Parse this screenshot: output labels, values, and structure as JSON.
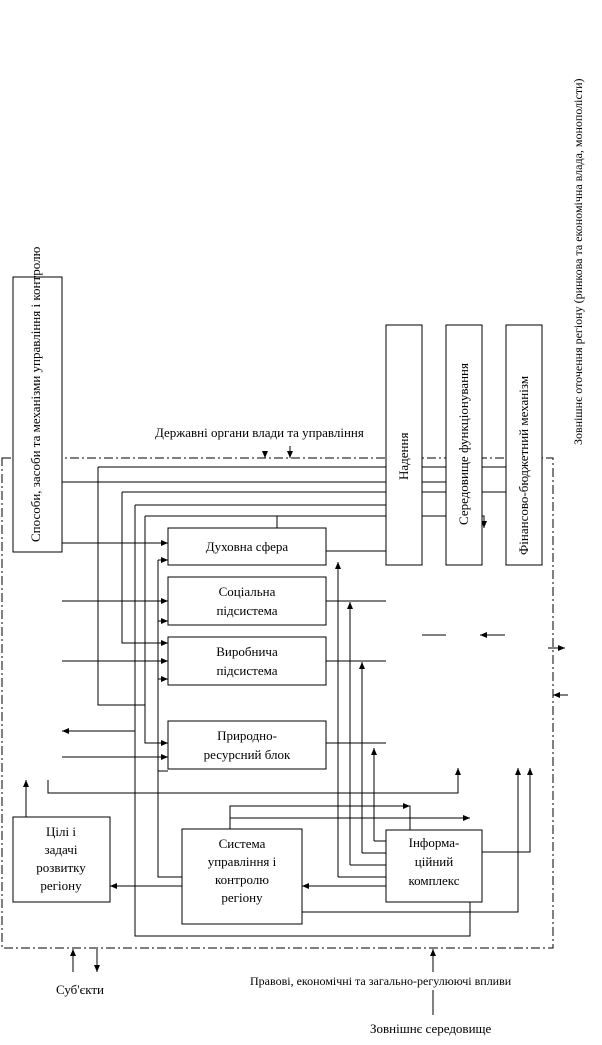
{
  "diagram": {
    "methods_box": "Способи, засоби та механізми управління і контролю",
    "public_bodies": "Державні органи влади та управління",
    "external_label": "Зовнішнє оточення регіону (ринкова та економічна влада, монополісти)",
    "box_top_1": "Надення",
    "box_top_2": "Середовище функціонування",
    "box_top_3": "Фінансово-бюджетний механізм",
    "spiritual": "Духовна сфера",
    "social_1": "Соціальна",
    "social_2": "підсистема",
    "production_1": "Виробнича",
    "production_2": "підсистема",
    "natural_1": "Природно-",
    "natural_2": "ресурсний блок",
    "goals_1": "Цілі і",
    "goals_2": "задачі",
    "goals_3": "розвитку",
    "goals_4": "регіону",
    "control_1": "Система",
    "control_2": "управління і",
    "control_3": "контролю",
    "control_4": "регіону",
    "info_1": "Інформа-",
    "info_2": "ційний",
    "info_3": "комплекс",
    "subjects": "Суб'єкти",
    "influences": "Правові, економічні та загально-регулюючі впливи",
    "environment": "Зовнішнє середовище"
  }
}
